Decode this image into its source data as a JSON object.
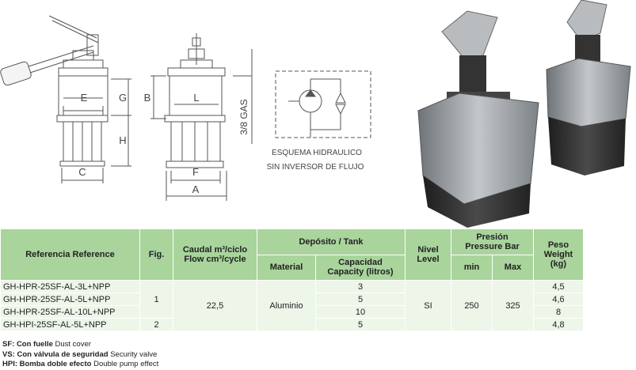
{
  "drawing": {
    "dim_labels": {
      "E": "E",
      "G": "G",
      "B": "B",
      "H": "H",
      "C": "C",
      "L": "L",
      "F": "F",
      "A": "A"
    },
    "gas_label": "3/8 GAS",
    "schema_line1": "ESQUEMA HIDRAULICO",
    "schema_line2": "SIN INVERSOR DE FLUJO"
  },
  "table": {
    "headers": {
      "referencia": "Referencia   Reference",
      "fig": "Fig.",
      "caudal_1": "Caudal m³/ciclo",
      "caudal_2": "Flow cm³/cycle",
      "deposito": "Depósito / Tank",
      "material": "Material",
      "capacidad_1": "Capacidad",
      "capacidad_2": "Capacity (litros)",
      "nivel_1": "Nivel",
      "nivel_2": "Level",
      "presion_1": "Presión",
      "presion_2": "Pressure Bar",
      "min": "min",
      "max": "Max",
      "peso_1": "Peso",
      "peso_2": "Weight",
      "peso_3": "(kg)"
    },
    "rows": [
      {
        "ref": "GH-HPR-25SF-AL-3L+NPP",
        "capacity": "3",
        "weight": "4,5"
      },
      {
        "ref": "GH-HPR-25SF-AL-5L+NPP",
        "capacity": "5",
        "weight": "4,6"
      },
      {
        "ref": "GH-HPR-25SF-AL-10L+NPP",
        "capacity": "10",
        "weight": "8"
      },
      {
        "ref": "GH-HPI-25SF-AL-5L+NPP",
        "capacity": "5",
        "weight": "4,8"
      }
    ],
    "fig_1": "1",
    "fig_2": "2",
    "flow": "22,5",
    "material": "Aluminio",
    "level": "SI",
    "pressure_min": "250",
    "pressure_max": "325"
  },
  "notes": [
    {
      "abbr": "SF: Con fuelle",
      "desc": " Dust cover"
    },
    {
      "abbr": "VS: Con válvula de seguridad",
      "desc": " Security valve"
    },
    {
      "abbr": "HPI: Bomba doble efecto",
      "desc": " Double pump effect"
    }
  ]
}
